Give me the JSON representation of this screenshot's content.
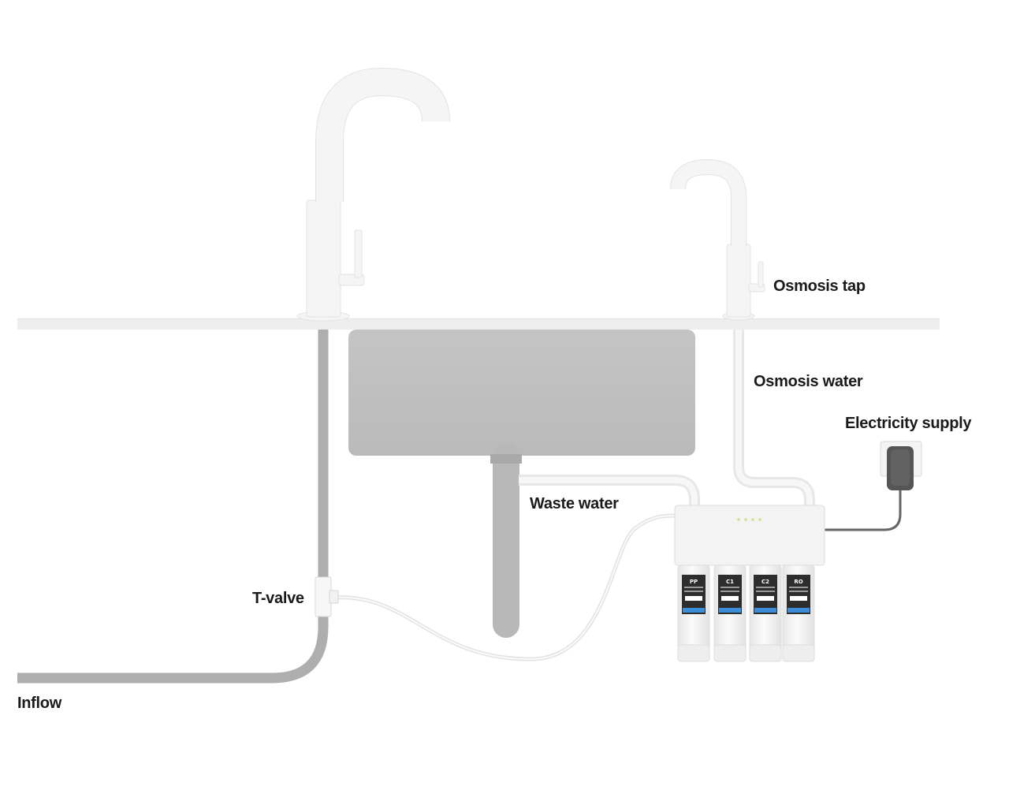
{
  "labels": {
    "osmosis_tap": "Osmosis tap",
    "osmosis_water": "Osmosis water",
    "electricity_supply": "Electricity supply",
    "waste_water": "Waste water",
    "t_valve": "T-valve",
    "inflow": "Inflow"
  },
  "filters": [
    {
      "code": "PP"
    },
    {
      "code": "C1"
    },
    {
      "code": "C2"
    },
    {
      "code": "RO"
    }
  ],
  "colors": {
    "fixture_white": "#f4f4f4",
    "sink_grey": "#bdbdbd",
    "pipe_grey": "#a8a8a8",
    "counter": "#eeeeee",
    "label_dark": "#2a2a2a",
    "label_blue": "#3b8ed8",
    "indicator": "#cfe08a"
  }
}
